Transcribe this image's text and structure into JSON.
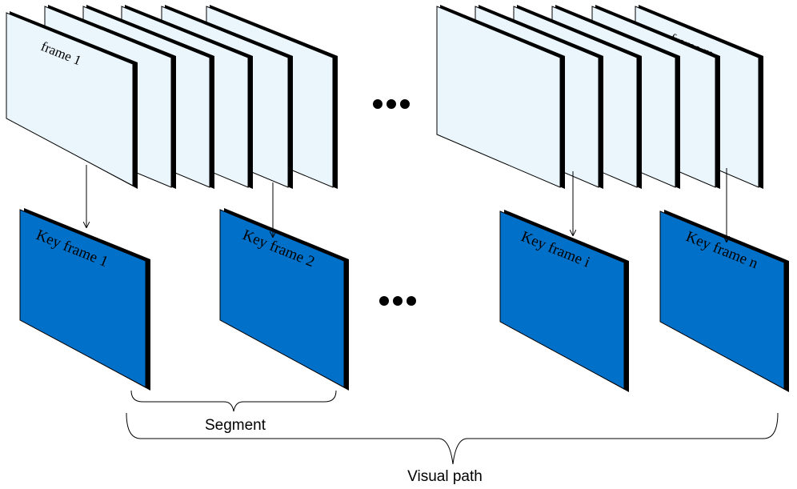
{
  "frames": {
    "first_label": "frame 1",
    "last_label": "frame m"
  },
  "key_frames": [
    {
      "label": "Key frame 1"
    },
    {
      "label": "Key frame 2"
    },
    {
      "label": "Key frame i"
    },
    {
      "label": "Key frame n"
    }
  ],
  "braces": {
    "segment_label": "Segment",
    "visual_path_label": "Visual path"
  },
  "colors": {
    "frame_fill": "#eaf6fc",
    "key_frame_fill": "#0070c8",
    "edge": "#000000",
    "text": "#000000"
  }
}
